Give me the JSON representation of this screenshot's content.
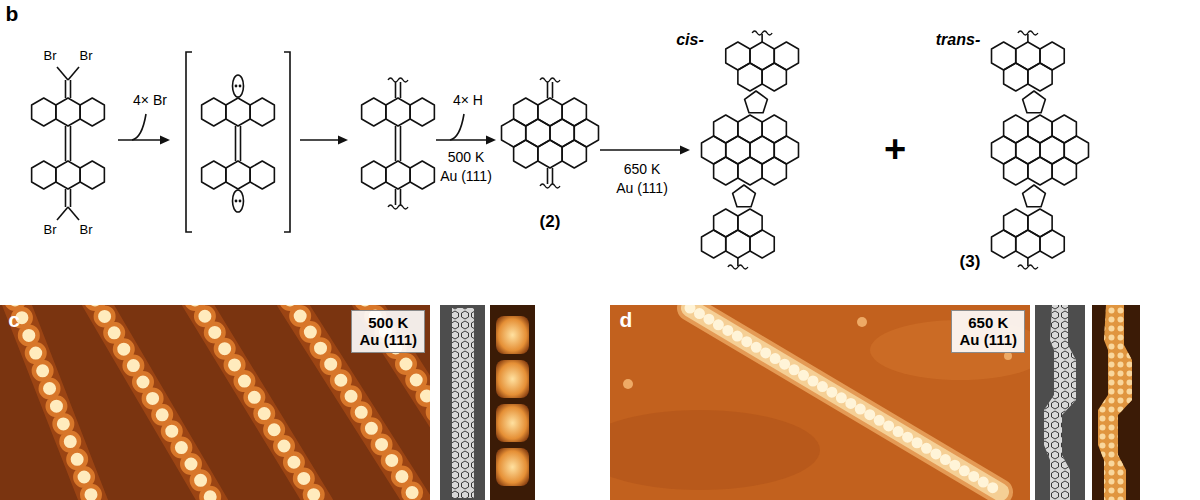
{
  "diagram": {
    "nodes": [
      {
        "text": [
          "500 K",
          "Au (111)"
        ]
      },
      {
        "text": [
          "650 K",
          "Au (111)"
        ]
      }
    ],
    "labels": [
      "b",
      "Br",
      "Br",
      "Br",
      "Br",
      "4× Br",
      "4× H",
      "500 K",
      "Au (111)",
      "(2)",
      "650 K",
      "Au (111)",
      "cis-",
      "trans-",
      "+",
      "(3)",
      "c",
      "d"
    ]
  }
}
